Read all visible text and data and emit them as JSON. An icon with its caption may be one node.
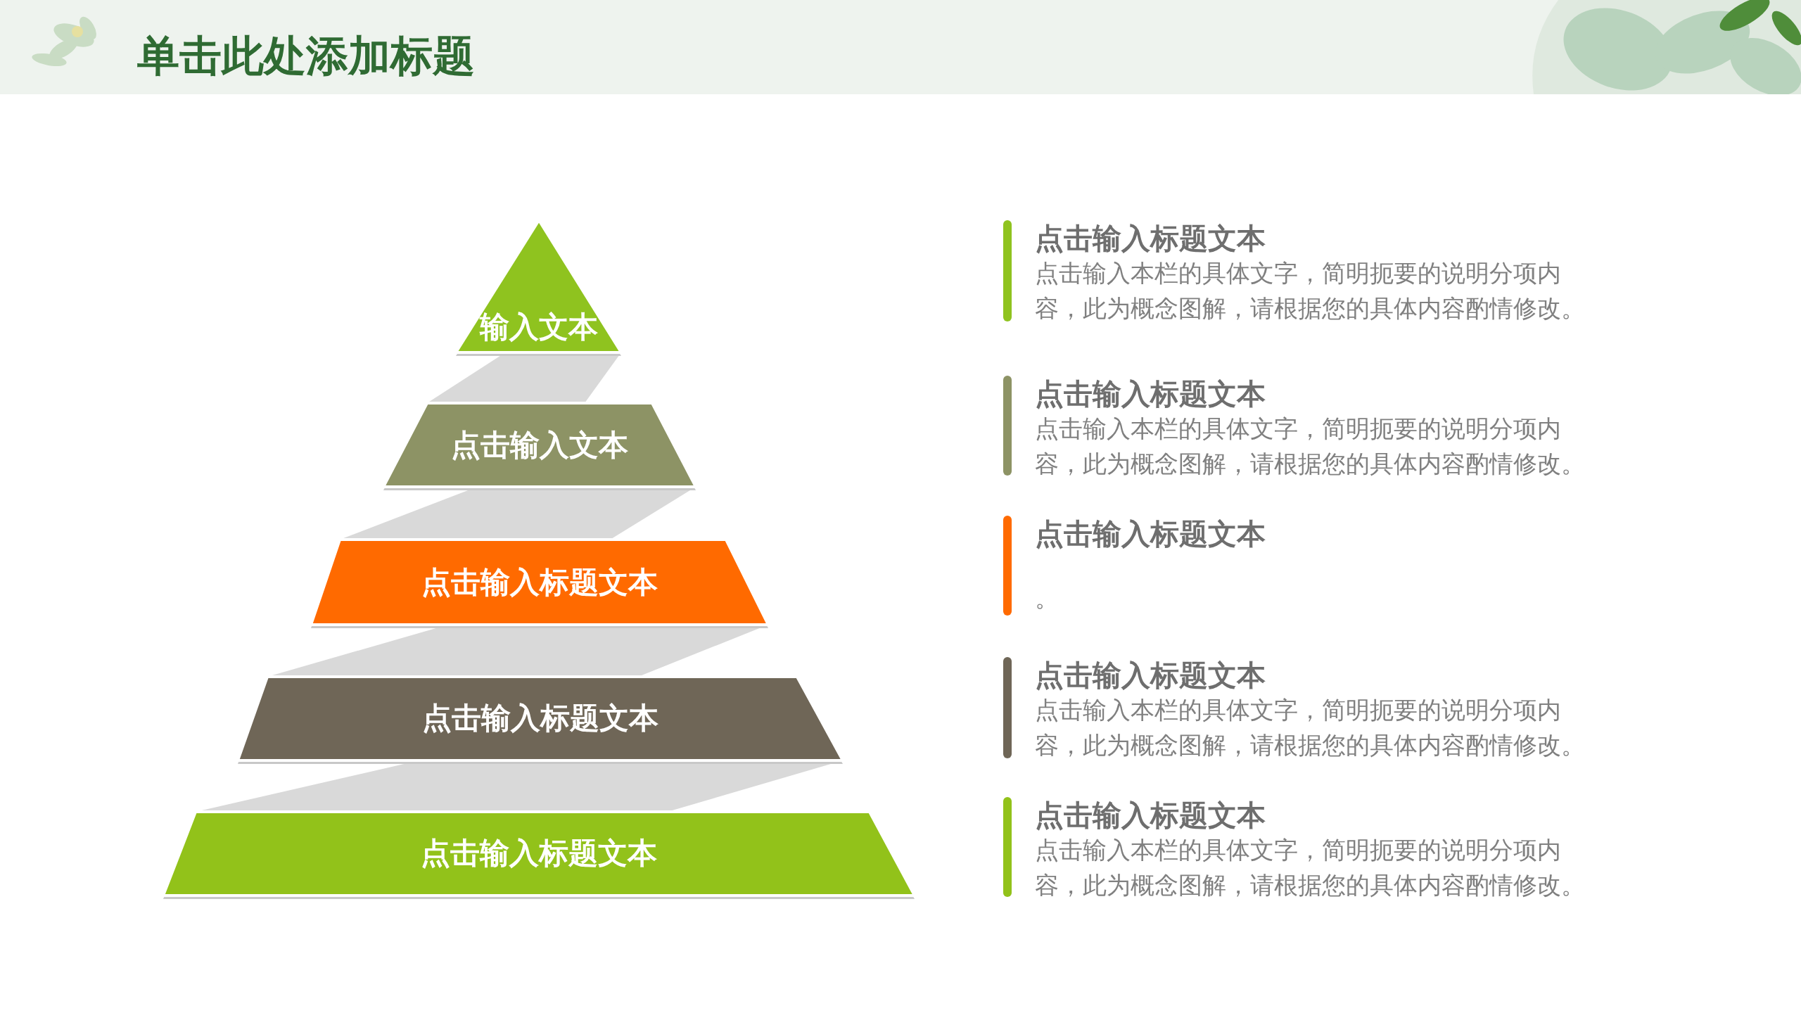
{
  "diagram": {
    "title": "单击此处添加标题",
    "nodes": [
      {
        "text": [
          "输入文本"
        ]
      },
      {
        "text": [
          "点击输入文本"
        ]
      },
      {
        "text": [
          "点击输入标题文本"
        ]
      },
      {
        "text": [
          "点击输入标题文本"
        ]
      },
      {
        "text": [
          "点击输入标题文本"
        ]
      },
      {
        "text": [
          "点击输入标题文本",
          "点击输入本栏的具体文字，简明扼要的说明分项内容，此为概念图解，请根据您的具体内容酌情修改。"
        ]
      },
      {
        "text": [
          "点击输入标题文本",
          "点击输入本栏的具体文字，简明扼要的说明分项内容，此为概念图解，请根据您的具体内容酌情修改。"
        ]
      },
      {
        "text": [
          "点击输入标题文本",
          "。"
        ]
      },
      {
        "text": [
          "点击输入标题文本",
          "点击输入本栏的具体文字，简明扼要的说明分项内容，此为概念图解，请根据您的具体内容酌情修改。"
        ]
      },
      {
        "text": [
          "点击输入标题文本",
          "点击输入本栏的具体文字，简明扼要的说明分项内容，此为概念图解，请根据您的具体内容酌情修改。"
        ]
      }
    ],
    "edges": []
  }
}
